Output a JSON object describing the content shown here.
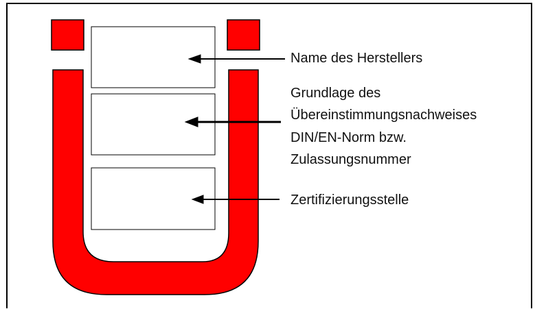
{
  "labels": {
    "manufacturer": "Name des Herstellers",
    "basis_line1": "Grundlage des",
    "basis_line2": "Übereinstimmungsnachweises",
    "basis_line3": "DIN/EN-Norm bzw.",
    "basis_line4": "Zulassungsnummer",
    "certification_body": "Zertifizierungsstelle"
  },
  "colors": {
    "mark_red": "#ff0000",
    "outline": "#000000"
  }
}
